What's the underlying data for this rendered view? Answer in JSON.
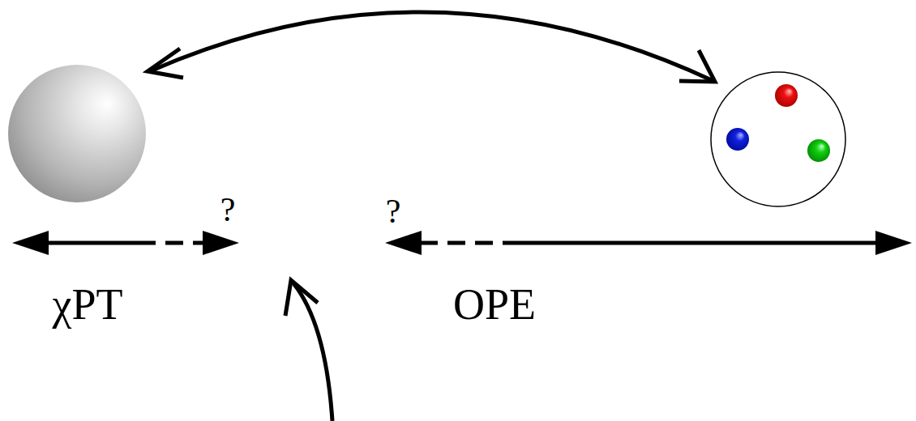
{
  "diagram": {
    "labels": [
      "?",
      "?",
      "χPT",
      "OPE"
    ]
  }
}
